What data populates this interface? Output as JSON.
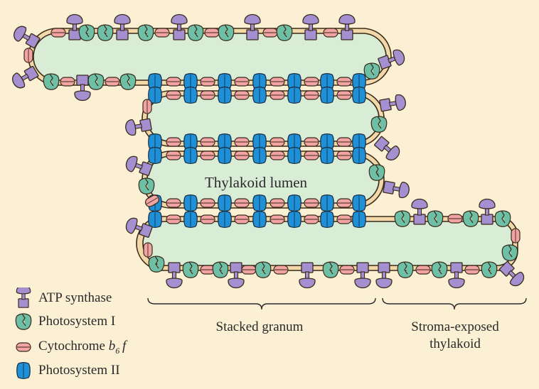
{
  "lumen_label": "Thylakoid lumen",
  "legend": {
    "atp_synthase": "ATP synthase",
    "photosystem_1": "Photosystem I",
    "cytochrome_prefix": "Cytochrome ",
    "cytochrome_b": "b",
    "cytochrome_sub": "6",
    "cytochrome_f": "f",
    "photosystem_2": "Photosystem II"
  },
  "regions": {
    "stacked": "Stacked granum",
    "stroma_line1": "Stroma-exposed",
    "stroma_line2": "thylakoid"
  },
  "colors": {
    "background": "#fbf0d4",
    "lumen": "#d8ecd6",
    "membrane_fill": "#f2d7a8",
    "membrane_edge": "#3a2a1a",
    "atp_synthase": "#a48fd0",
    "photosystem_1": "#6dbfa6",
    "cytochrome": "#f2a3a3",
    "photosystem_2": "#1f8fd6"
  },
  "icons": [
    "atp-synthase-icon",
    "photosystem-1-icon",
    "cytochrome-icon",
    "photosystem-2-icon"
  ]
}
